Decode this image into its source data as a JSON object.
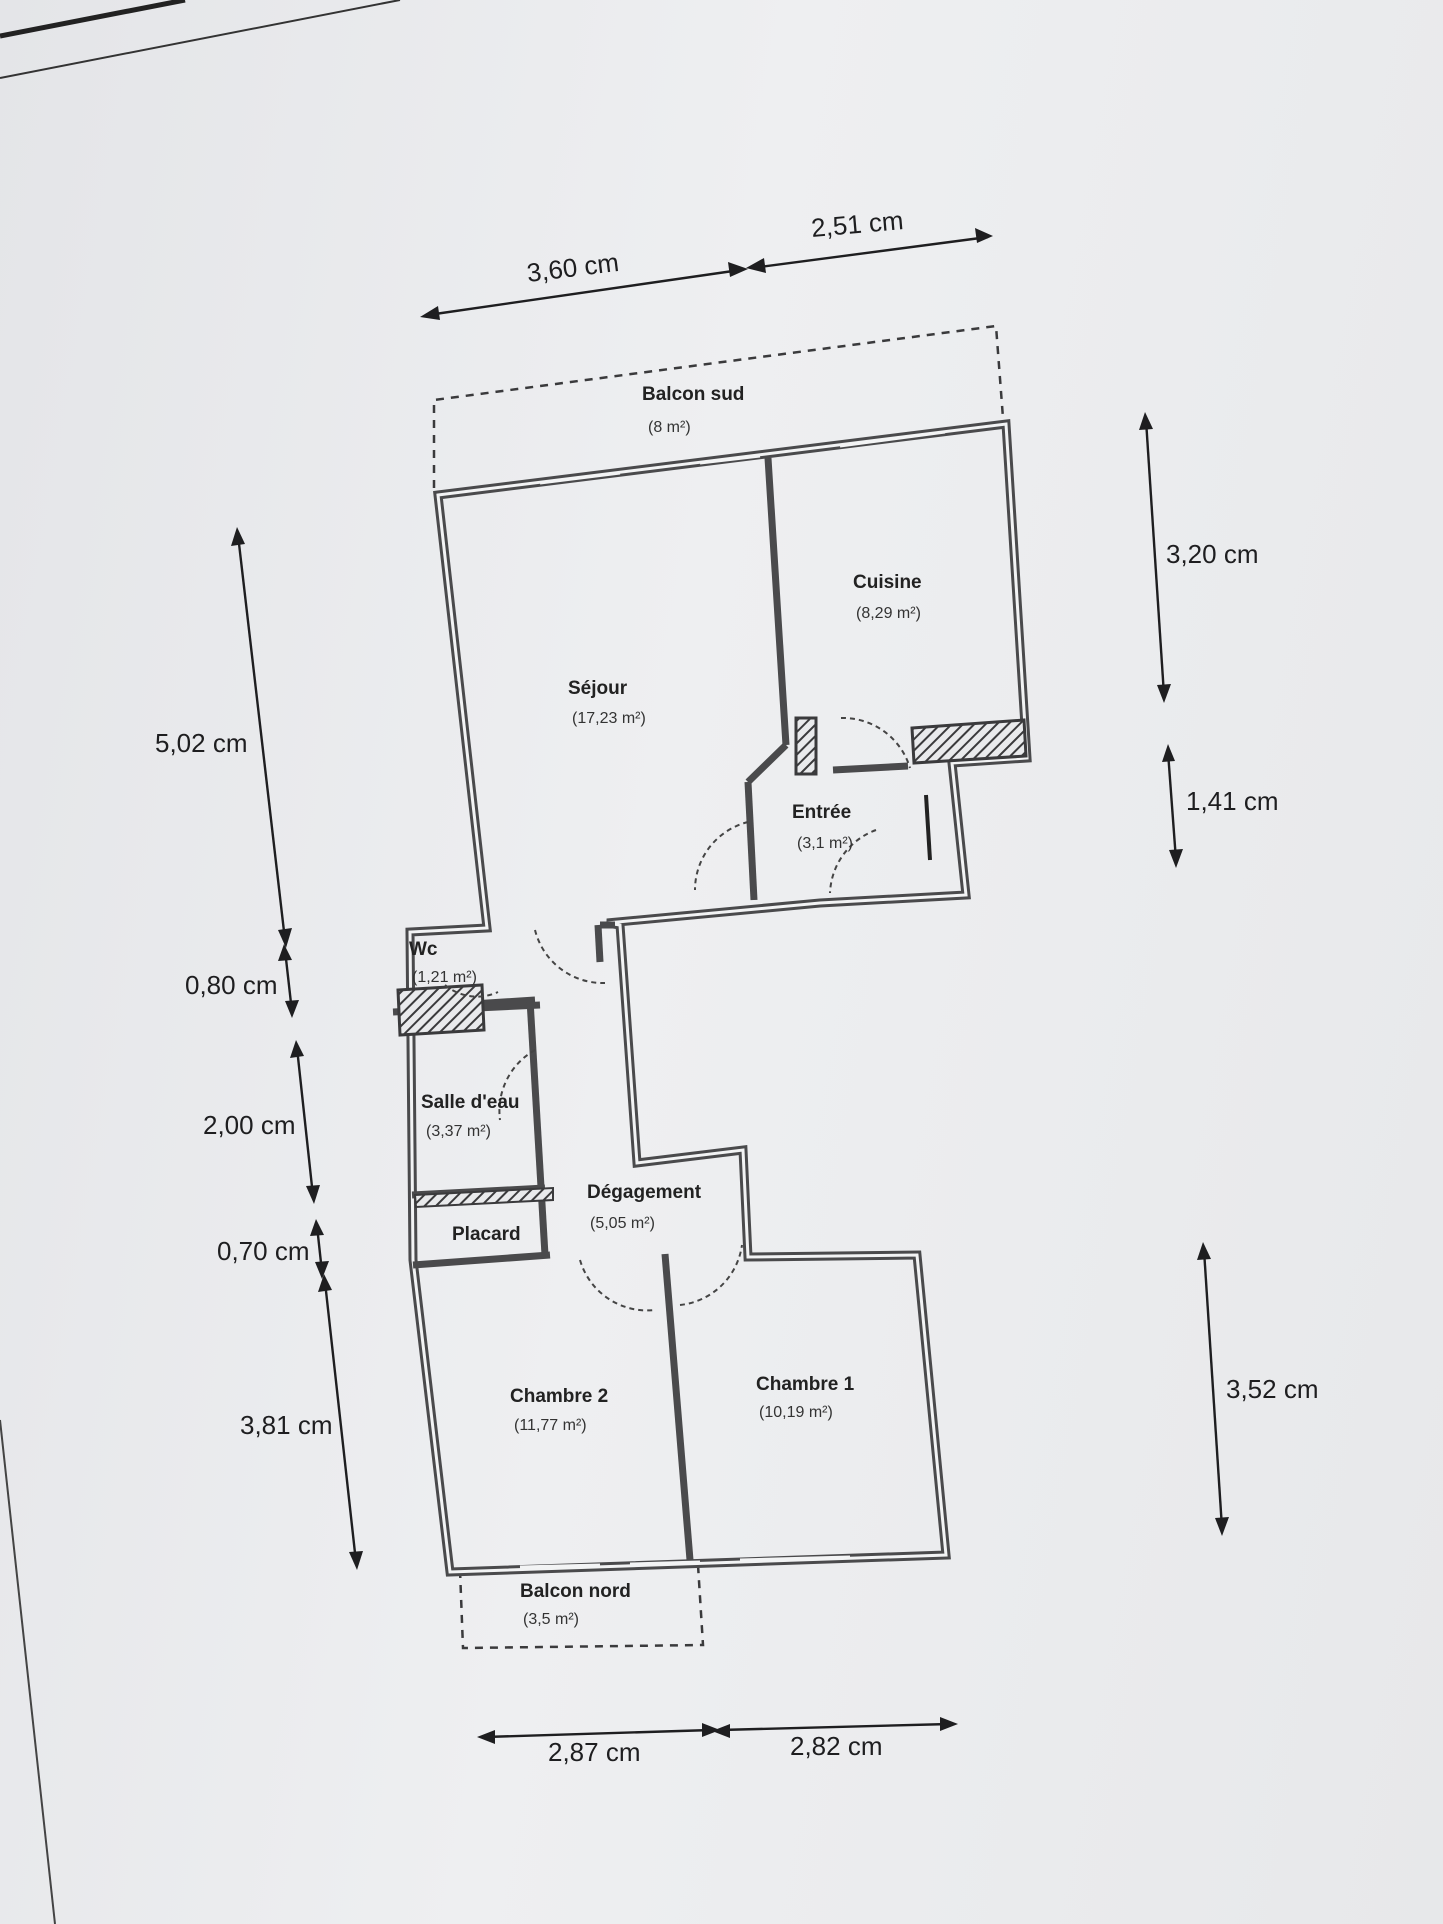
{
  "rooms": {
    "balcon_sud": {
      "name": "Balcon sud",
      "area": "(8 m²)"
    },
    "cuisine": {
      "name": "Cuisine",
      "area": "(8,29 m²)"
    },
    "sejour": {
      "name": "Séjour",
      "area": "(17,23 m²)"
    },
    "entree": {
      "name": "Entrée",
      "area": "(3,1 m²)"
    },
    "wc": {
      "name": "Wc",
      "area": "(1,21 m²)"
    },
    "salle_deau": {
      "name": "Salle d'eau",
      "area": "(3,37 m²)"
    },
    "degagement": {
      "name": "Dégagement",
      "area": "(5,05 m²)"
    },
    "placard": {
      "name": "Placard"
    },
    "chambre2": {
      "name": "Chambre 2",
      "area": "(11,77 m²)"
    },
    "chambre1": {
      "name": "Chambre 1",
      "area": "(10,19 m²)"
    },
    "balcon_nord": {
      "name": "Balcon nord",
      "area": "(3,5 m²)"
    }
  },
  "dimensions": {
    "top_left": "3,60 cm",
    "top_right": "2,51 cm",
    "right_upper": "3,20 cm",
    "right_middle": "1,41 cm",
    "right_lower": "3,52 cm",
    "left_1": "5,02 cm",
    "left_2": "0,80 cm",
    "left_3": "2,00 cm",
    "left_4": "0,70 cm",
    "left_5": "3,81 cm",
    "bottom_left": "2,87 cm",
    "bottom_right": "2,82 cm"
  },
  "colors": {
    "wall": "#4a4a4c",
    "paper": "#eceef0",
    "ink": "#1e1e20"
  }
}
